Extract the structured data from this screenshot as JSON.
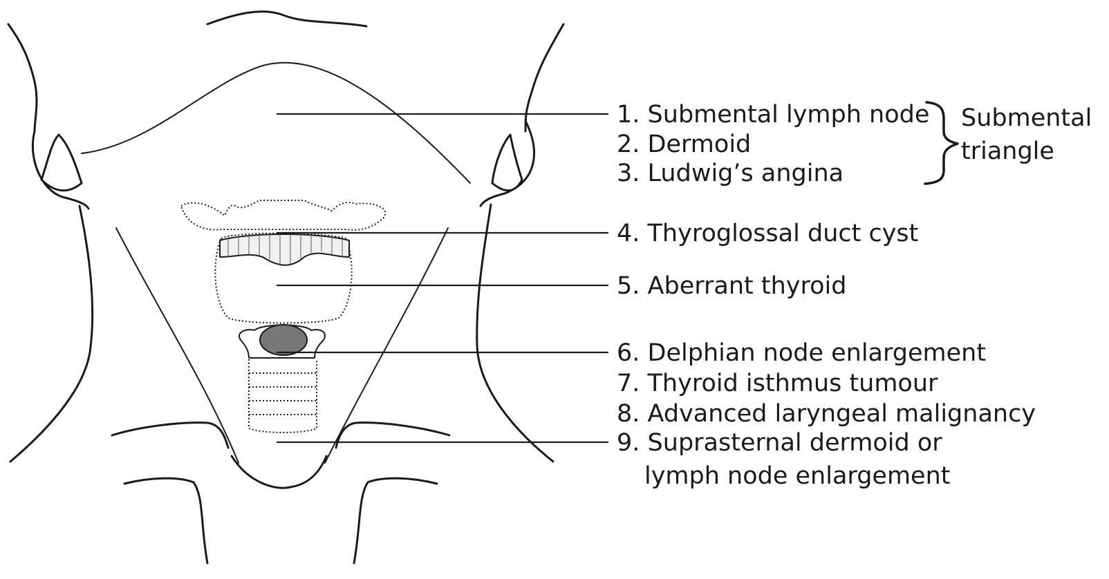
{
  "labels": [
    {
      "number": "1.",
      "text": "Submental lymph node"
    },
    {
      "number": "2.",
      "text": "Dermoid"
    },
    {
      "number": "3.",
      "text": "Ludwig’s angina"
    },
    {
      "number": "4.",
      "text": "Thyroglossal duct cyst"
    },
    {
      "number": "5.",
      "text": "Aberrant thyroid"
    },
    {
      "number": "6.",
      "text": "Delphian node enlargement"
    },
    {
      "number": "7.",
      "text": "Thyroid isthmus tumour"
    },
    {
      "number": "8.",
      "text": "Advanced laryngeal malignancy"
    },
    {
      "number": "9.",
      "text": "Suprasternal dermoid or"
    },
    {
      "number": "",
      "text": "lymph node enlargement"
    }
  ],
  "group": {
    "line1": "Submental",
    "line2": "triangle"
  }
}
